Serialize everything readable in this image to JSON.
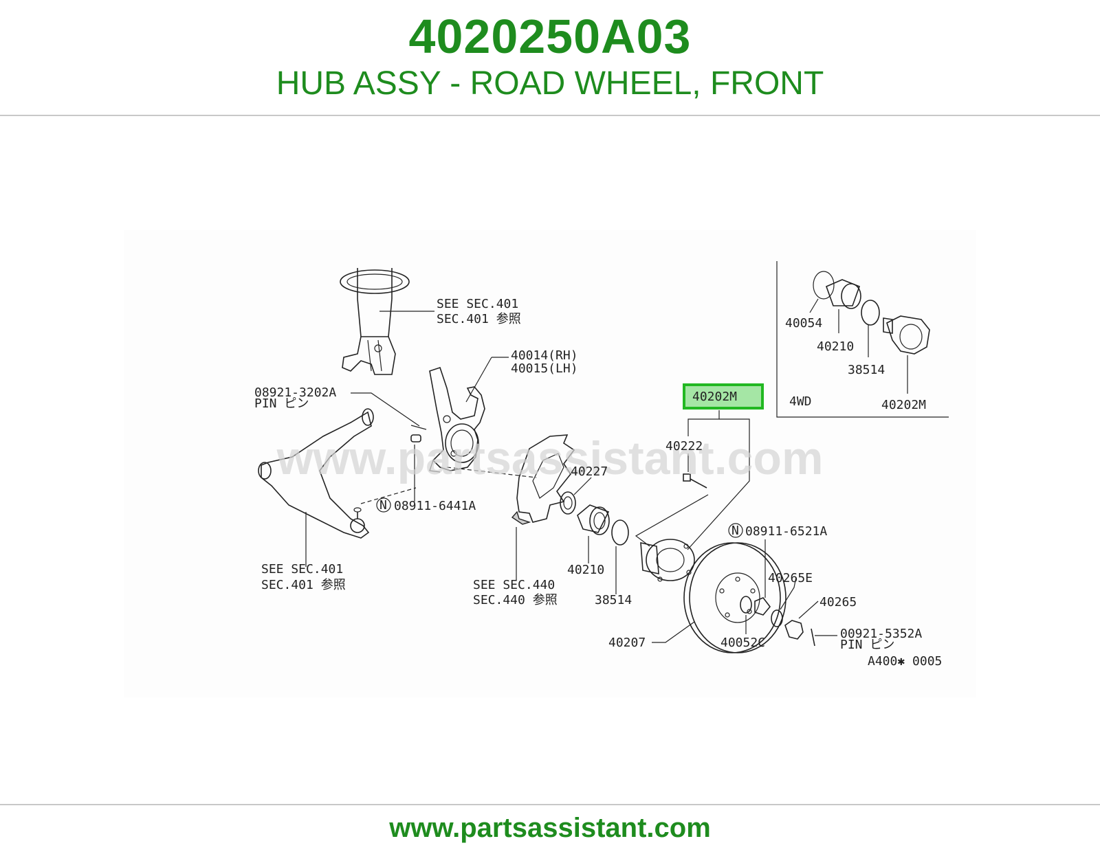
{
  "header": {
    "part_number": "4020250A03",
    "part_title": "HUB ASSY - ROAD WHEEL, FRONT"
  },
  "diagram": {
    "watermark": "www.partsassistant.com",
    "highlighted_callout": "40202M",
    "inset_label": "4WD",
    "figure_code": "A400✱ 0005",
    "callouts": {
      "strut_see_1": "SEE SEC.401",
      "strut_see_2": "SEC.401 参照",
      "knuckle_rh": "40014(RH)",
      "knuckle_lh": "40015(LH)",
      "pin_top_1": "08921-3202A",
      "pin_top_2": "PIN ピン",
      "nut_1": "08911-6441A",
      "arm_see_1": "SEE SEC.401",
      "arm_see_2": "SEC.401 参照",
      "shield_see_1": "SEE SEC.440",
      "shield_see_2": "SEC.440 参照",
      "seal": "40227",
      "bearing": "40210",
      "snap_ring": "38514",
      "bolt": "40222",
      "nut_2": "08911-6521A",
      "washer_e": "40265E",
      "cap": "40265",
      "pin_bottom_1": "00921-5352A",
      "pin_bottom_2": "PIN ピン",
      "rotor": "40207",
      "washer_c": "40052C",
      "inset_40054": "40054",
      "inset_40210": "40210",
      "inset_38514": "38514",
      "inset_40202m": "40202M",
      "nut_n_symbol": "N"
    }
  },
  "footer": {
    "url": "www.partsassistant.com"
  }
}
